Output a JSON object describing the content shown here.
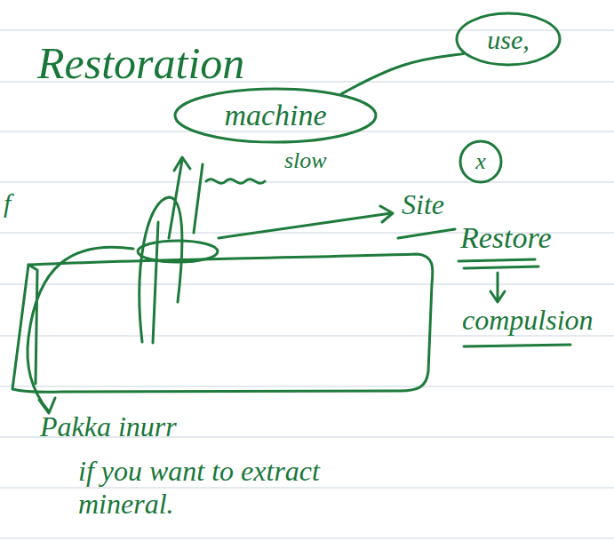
{
  "diagram": {
    "title": "Restoration",
    "nodes": [
      {
        "text": [
          "use,"
        ]
      },
      {
        "text": [
          "machine"
        ]
      },
      {
        "text": [
          "x"
        ]
      }
    ],
    "edges": [
      {
        "from": 1,
        "to": 0,
        "arrow": "none"
      }
    ],
    "labels": [
      "f",
      "slow",
      "Site",
      "Restore",
      "compulsion",
      "Pakka inurr",
      "if you want to extract mineral."
    ]
  }
}
